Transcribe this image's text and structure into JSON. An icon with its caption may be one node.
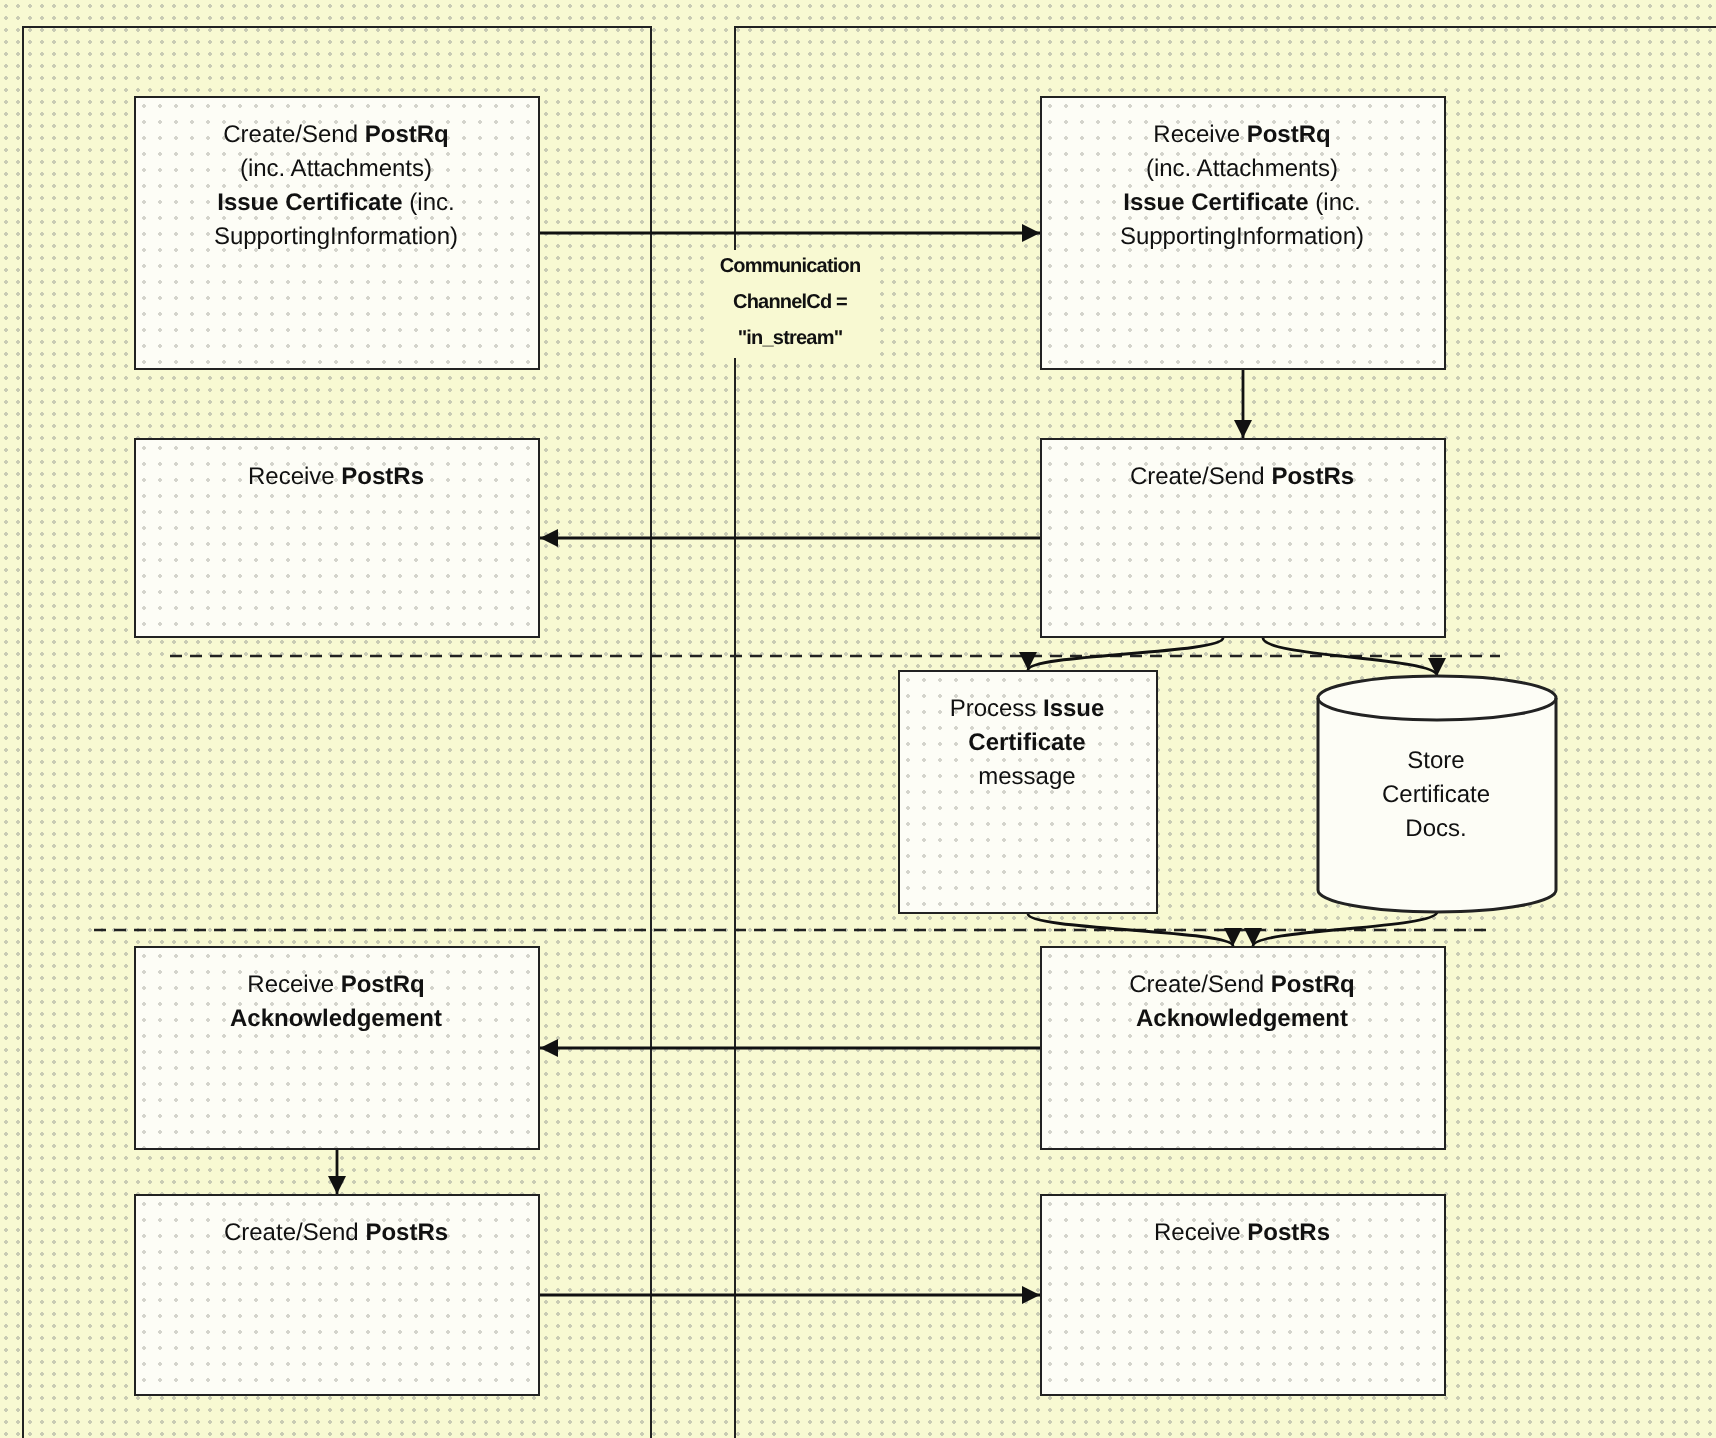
{
  "diagram": {
    "nodes": [
      {
        "text": [],
        "shape": "box"
      },
      {
        "text": [],
        "shape": "box"
      },
      {
        "text": [
          "Create/Send **PostRq** (inc. Attachments)",
          "**Issue Certificate** (inc. SupportingInformation)"
        ],
        "in": 0
      },
      {
        "text": [
          "Receive **PostRq** (inc. Attachments)",
          "**Issue Certificate** (inc. SupportingInformation)"
        ],
        "in": 1
      },
      {
        "text": [
          "Receive **PostRs**"
        ],
        "in": 0
      },
      {
        "text": [
          "Create/Send **PostRs**"
        ],
        "in": 1
      },
      {
        "text": [
          "Process **Issue Certificate** message"
        ],
        "in": 1
      },
      {
        "text": [
          "Store Certificate Docs."
        ],
        "in": 1
      },
      {
        "text": [
          "Receive **PostRq Acknowledgement**"
        ],
        "in": 0
      },
      {
        "text": [
          "Create/Send **PostRq Acknowledgement**"
        ],
        "in": 1
      },
      {
        "text": [
          "Create/Send **PostRs**"
        ],
        "in": 0
      },
      {
        "text": [
          "Receive **PostRs**"
        ],
        "in": 1
      }
    ],
    "edges": [
      {
        "from": 2,
        "to": 3,
        "arrow": "to",
        "label": "Communication ChannelCd = \"in_stream\""
      },
      {
        "from": 3,
        "to": 5,
        "arrow": "to"
      },
      {
        "from": 5,
        "to": 4,
        "arrow": "to"
      },
      {
        "from": 5,
        "to": 6,
        "arrow": "to"
      },
      {
        "from": 5,
        "to": 7,
        "arrow": "to"
      },
      {
        "from": 6,
        "to": 9,
        "arrow": "to"
      },
      {
        "from": 7,
        "to": 9,
        "arrow": "to"
      },
      {
        "from": 9,
        "to": 8,
        "arrow": "to"
      },
      {
        "from": 8,
        "to": 10,
        "arrow": "to"
      },
      {
        "from": 10,
        "to": 11,
        "arrow": "to"
      }
    ]
  }
}
